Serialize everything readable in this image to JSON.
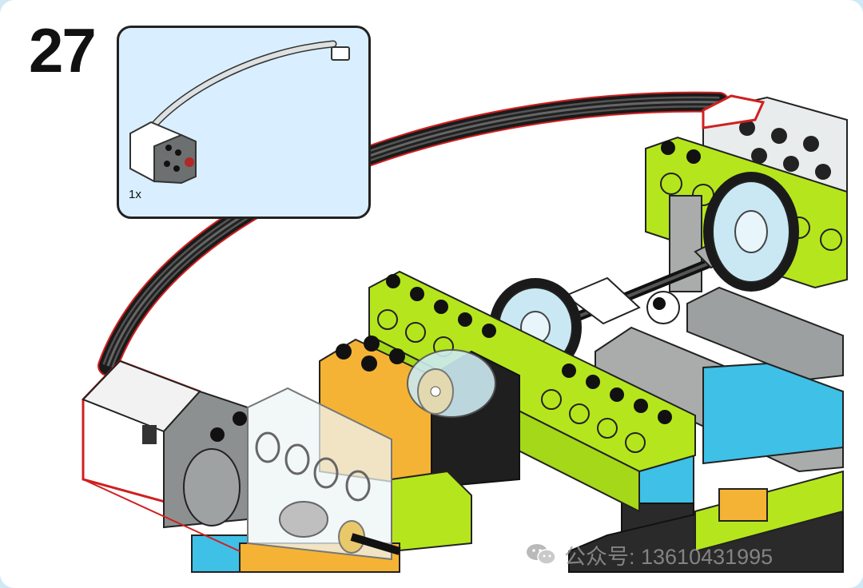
{
  "instruction": {
    "step_number": "27",
    "parts_callout": {
      "quantity": "1x",
      "part_icon": "motor-with-cable-icon"
    }
  },
  "watermark": {
    "text": "公众号: 13610431995",
    "icon": "wechat-icon"
  },
  "colors": {
    "lime": "#b5e61d",
    "orange": "#f5b335",
    "light_gray": "#a9acab",
    "dark": "#2a2a2a",
    "azure": "#3fc0e6",
    "callout_bg": "#d9efff"
  }
}
